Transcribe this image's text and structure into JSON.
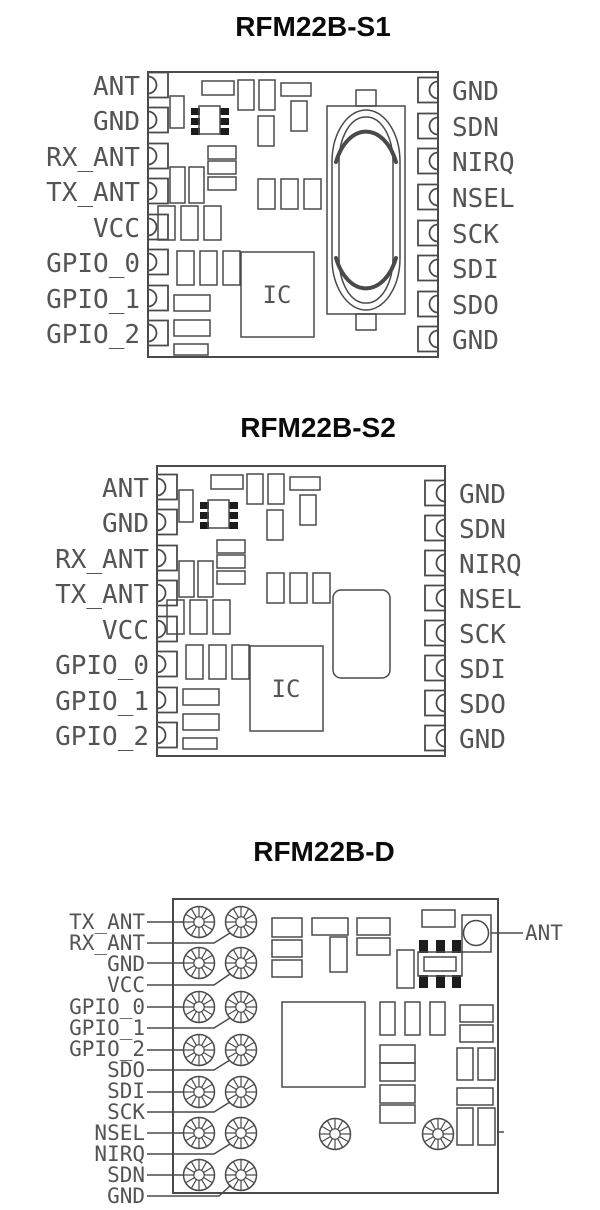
{
  "colors": {
    "background": "#ffffff",
    "line": "#4a4a4a",
    "label_text": "#545454",
    "title_text": "#0b0b0b"
  },
  "modules": {
    "s1": {
      "title": "RFM22B-S1",
      "ic_label": "IC",
      "left_pins": [
        "ANT",
        "GND",
        "RX_ANT",
        "TX_ANT",
        "VCC",
        "GPIO_0",
        "GPIO_1",
        "GPIO_2"
      ],
      "right_pins": [
        "GND",
        "SDN",
        "NIRQ",
        "NSEL",
        "SCK",
        "SDI",
        "SDO",
        "GND"
      ]
    },
    "s2": {
      "title": "RFM22B-S2",
      "ic_label": "IC",
      "left_pins": [
        "ANT",
        "GND",
        "RX_ANT",
        "TX_ANT",
        "VCC",
        "GPIO_0",
        "GPIO_1",
        "GPIO_2"
      ],
      "right_pins": [
        "GND",
        "SDN",
        "NIRQ",
        "NSEL",
        "SCK",
        "SDI",
        "SDO",
        "GND"
      ]
    },
    "d": {
      "title": "RFM22B-D",
      "left_pins": [
        "TX_ANT",
        "RX_ANT",
        "GND",
        "VCC",
        "GPIO_0",
        "GPIO_1",
        "GPIO_2",
        "SDO",
        "SDI",
        "SCK",
        "NSEL",
        "NIRQ",
        "SDN",
        "GND"
      ],
      "right_pin": "ANT"
    }
  }
}
